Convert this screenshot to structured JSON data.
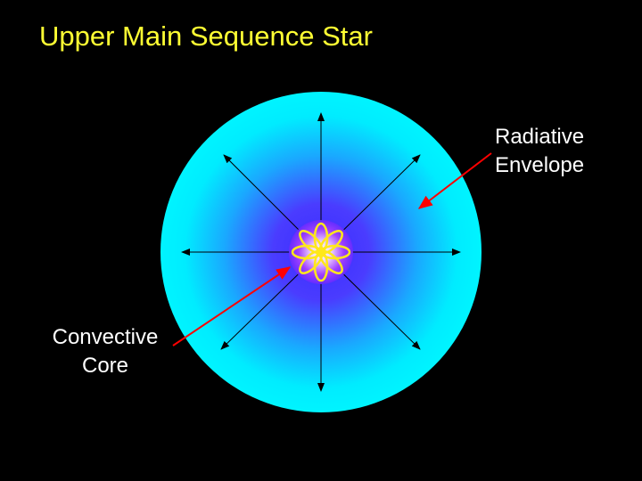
{
  "title": "Upper Main Sequence Star",
  "labels": {
    "radiative_envelope": [
      "Radiative",
      "Envelope"
    ],
    "convective_core": [
      "Convective",
      "Core"
    ]
  },
  "colors": {
    "background": "#000000",
    "title": "#ffff33",
    "envelope_outer": "#00f0ff",
    "envelope_inner": "#4a3cff",
    "core_glow": "#9b3cff",
    "core_center": "#ffffff",
    "convection_loops": "#ffe81a",
    "pointer_arrows": "#ff0000",
    "radiation_arrows": "#000000",
    "label_text": "#ffffff"
  },
  "icons": {
    "radiation": "outward-arrow-icon",
    "convection": "convection-loop-icon"
  }
}
